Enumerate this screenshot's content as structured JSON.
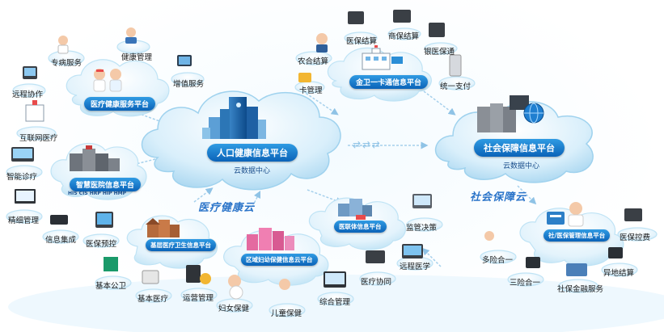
{
  "center": {
    "title": "人口健康信息平台",
    "subtitle": "云数据中心"
  },
  "social": {
    "title": "社会保障信息平台",
    "subtitle": "云数据中心",
    "cloud_label": "社会保障云"
  },
  "medical_cloud_label": "医疗健康云",
  "health_service": {
    "title": "医疗健康服务平台",
    "items": [
      "专病服务",
      "健康管理",
      "增值服务",
      "远程协作",
      "互联网医疗"
    ]
  },
  "card": {
    "title": "金卫一卡通信息平台",
    "items": [
      "医保结算",
      "商保结算",
      "银医保通",
      "农合结算",
      "卡管理",
      "统一支付"
    ]
  },
  "smart_hospital": {
    "title": "智慧医院信息平台",
    "subtitle": "HIS  CIS  HRP  HIP  HMP",
    "items": [
      "智能诊疗",
      "精细管理",
      "信息集成",
      "医保预控"
    ]
  },
  "primary_care": {
    "title": "基层医疗卫生信息平台",
    "items": [
      "基本公卫",
      "基本医疗",
      "运营管理"
    ]
  },
  "maternal": {
    "title": "区域妇幼保健信息云平台",
    "items": [
      "妇女保健",
      "儿童保健"
    ]
  },
  "alliance": {
    "title": "医联体信息平台",
    "items": [
      "监管决策",
      "远程医学",
      "医疗协同",
      "综合管理"
    ]
  },
  "insurance": {
    "title": "社/医保管理信息平台",
    "items": [
      "医保控费",
      "多险合一",
      "三险合一",
      "社保金融服务",
      "异地结算"
    ]
  },
  "colors": {
    "pill": "#0b63b8",
    "cloud_title": "#2a74c9",
    "cloud_fill": "#eaf6fd"
  }
}
